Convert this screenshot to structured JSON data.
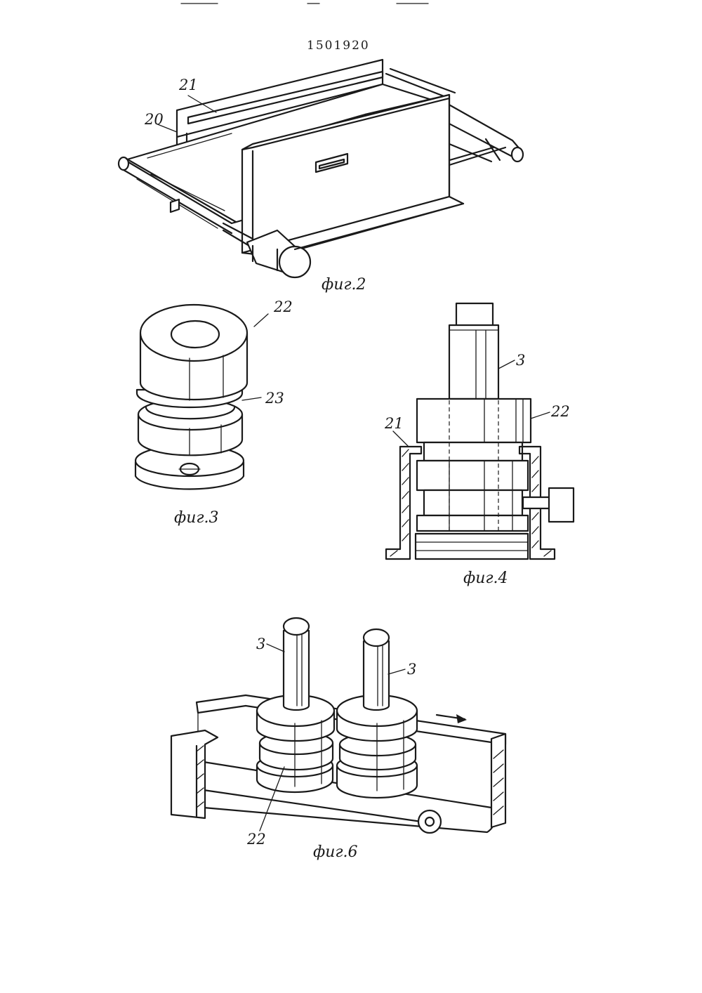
{
  "document": {
    "number": "1501920"
  },
  "figures": [
    {
      "caption": "фиг.2",
      "labels": [
        "21",
        "20"
      ]
    },
    {
      "caption": "фиг.3",
      "labels": [
        "22",
        "23"
      ]
    },
    {
      "caption": "фиг.4",
      "labels": [
        "3",
        "22",
        "21"
      ]
    },
    {
      "caption": "фиг.6",
      "labels": [
        "3",
        "3",
        "22"
      ]
    }
  ]
}
